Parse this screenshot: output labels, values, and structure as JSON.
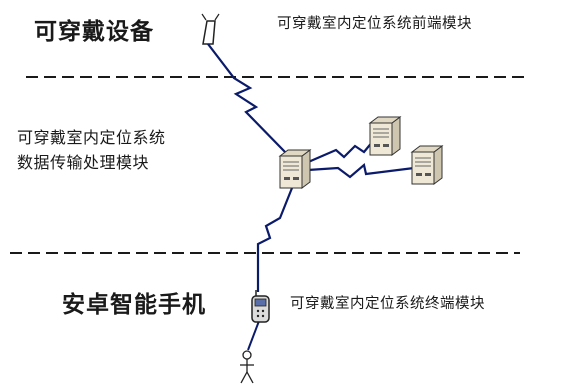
{
  "tiers": {
    "top": {
      "device": "可穿戴设备",
      "module": "可穿戴室内定位系统前端模块"
    },
    "middle": {
      "module_line1": "可穿戴室内定位系统",
      "module_line2": "数据传输处理模块"
    },
    "bottom": {
      "device": "安卓智能手机",
      "module": "可穿戴室内定位系统终端模块"
    }
  },
  "icons": {
    "wearable": "wearable-device-icon",
    "server": "server-icon",
    "phone": "mobile-phone-icon",
    "person": "person-icon",
    "link": "wireless-link-icon"
  },
  "colors": {
    "link": "#0b1b6b",
    "line": "#1a1a1a",
    "server_body": "#efe8d6"
  }
}
